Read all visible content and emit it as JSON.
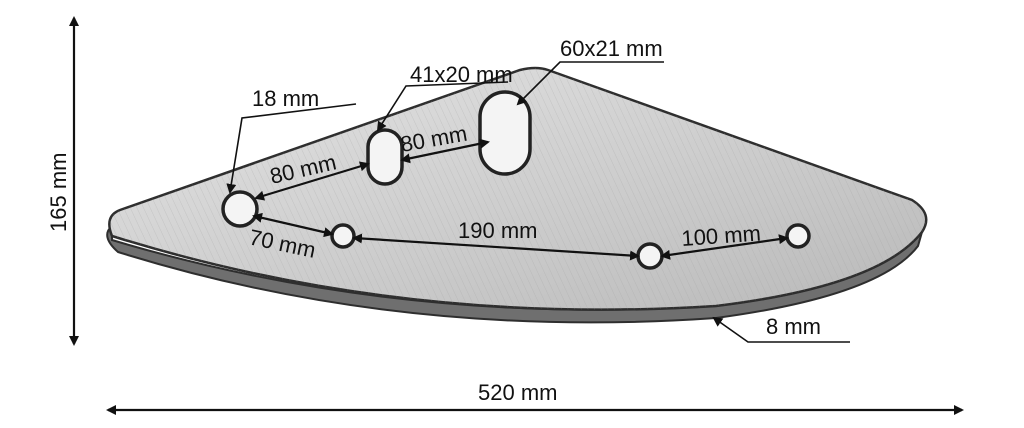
{
  "labels": {
    "height": "165 mm",
    "width": "520 mm",
    "hole_diameter": "18 mm",
    "slot_small": "41x20 mm",
    "slot_large": "60x21 mm",
    "spacing_hole_to_slot": "80 mm",
    "spacing_slot_to_slot": "80 mm",
    "spacing_hole_to_small_hole": "70 mm",
    "spacing_center": "190 mm",
    "spacing_right": "100 mm",
    "thickness": "8 mm"
  },
  "colors": {
    "plate_light": "#d6d6d6",
    "plate_dark": "#8a8a8a",
    "edge": "#3a3a3a",
    "ink": "#111111"
  }
}
